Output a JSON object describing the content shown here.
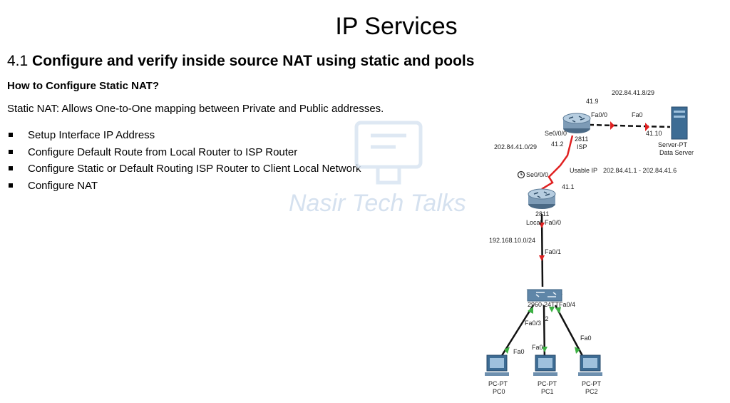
{
  "page": {
    "title": "IP Services",
    "heading_number": "4.1",
    "heading_text": "Configure and verify inside source NAT using static and pools",
    "subheading": "How to Configure Static NAT?",
    "description": "Static NAT: Allows One-to-One mapping between Private and Public addresses.",
    "steps": [
      "Setup Interface IP Address",
      "Configure Default Route from Local Router to ISP Router",
      "Configure Static or Default Routing ISP Router to Client Local Network",
      "Configure NAT"
    ],
    "watermark": "Nasir Tech Talks"
  },
  "topology": {
    "server_network": "202.84.41.8/29",
    "isp_fa00_ip": "41.9",
    "isp_fa00_port": "Fa0/0",
    "server_fa0_port": "Fa0",
    "server_ip": "41.10",
    "server_type": "Server-PT",
    "server_name": "Data Server",
    "isp_model": "2811",
    "isp_name": "ISP",
    "isp_se_port": "Se0/0/0",
    "isp_se_ip": "41.2",
    "wan_network": "202.84.41.0/29",
    "local_se_port": "Se0/0/0",
    "usable_ip_label": "Usable IP",
    "usable_ip_range": "202.84.41.1 - 202.84.41.6",
    "local_se_ip": "41.1",
    "local_model": "2811",
    "local_name": "Local",
    "local_fa_port": "Fa0/0",
    "lan_network": "192.168.10.0/24",
    "switch_uplink_port": "Fa0/1",
    "switch_model": "2960-24TT",
    "switch_suffix": "/2",
    "switch_port_pc0": "Fa0/3",
    "switch_port_pc2": "Fa0/4",
    "pc_port": "Fa0",
    "pcs": [
      {
        "type": "PC-PT",
        "name": "PC0"
      },
      {
        "type": "PC-PT",
        "name": "PC1"
      },
      {
        "type": "PC-PT",
        "name": "PC2"
      }
    ]
  }
}
